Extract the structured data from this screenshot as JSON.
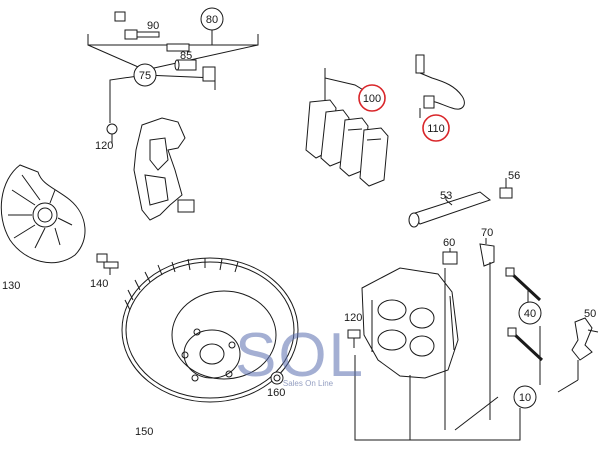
{
  "diagram": {
    "callouts": {
      "c80": "80",
      "c90": "90",
      "c85": "85",
      "c75": "75",
      "c120a": "120",
      "c100": "100",
      "c110": "110",
      "c53": "53",
      "c56": "56",
      "c60": "60",
      "c70": "70",
      "c130": "130",
      "c140": "140",
      "c150": "150",
      "c120b": "120",
      "c160": "160",
      "c40": "40",
      "c50": "50",
      "c10": "10"
    },
    "highlighted_callouts": [
      "100",
      "110"
    ],
    "watermark": {
      "logo": "SOL",
      "tagline": "Sales On Line"
    },
    "colors": {
      "line": "#1a1a1a",
      "highlight": "#d9262a",
      "watermark": "#5a6fb0"
    }
  }
}
